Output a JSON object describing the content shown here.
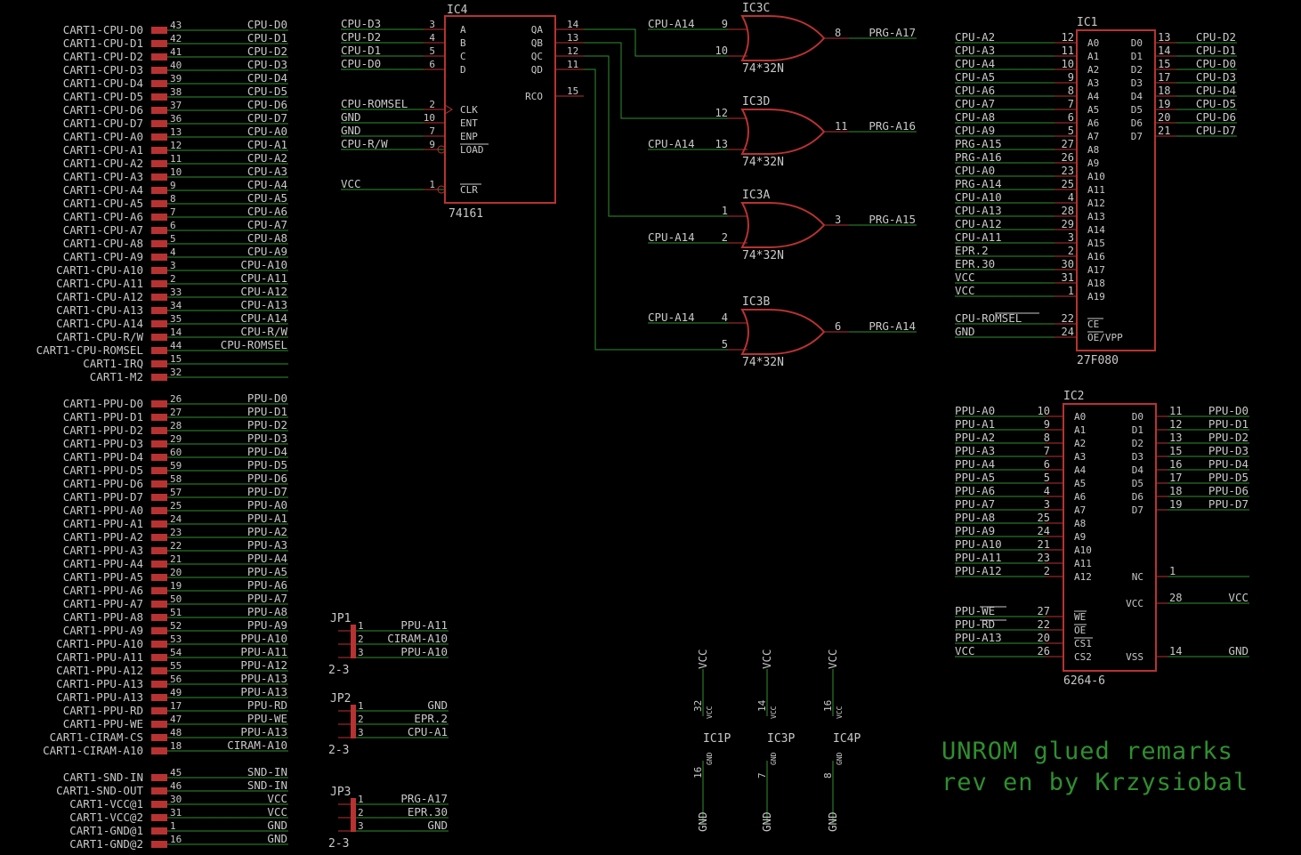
{
  "colors": {
    "background": "#000000",
    "net": "#2f8f2f",
    "part": "#b83232",
    "label": "#c8c8c8",
    "net_label": "#c8c8c8",
    "title": "#2f8f2f"
  },
  "title_lines": [
    "UNROM glued remarks",
    "rev en by Krzysiobal"
  ],
  "cart_cpu": [
    {
      "name": "CART1-CPU-D0",
      "pin": "43",
      "net": "CPU-D0"
    },
    {
      "name": "CART1-CPU-D1",
      "pin": "42",
      "net": "CPU-D1"
    },
    {
      "name": "CART1-CPU-D2",
      "pin": "41",
      "net": "CPU-D2"
    },
    {
      "name": "CART1-CPU-D3",
      "pin": "40",
      "net": "CPU-D3"
    },
    {
      "name": "CART1-CPU-D4",
      "pin": "39",
      "net": "CPU-D4"
    },
    {
      "name": "CART1-CPU-D5",
      "pin": "38",
      "net": "CPU-D5"
    },
    {
      "name": "CART1-CPU-D6",
      "pin": "37",
      "net": "CPU-D6"
    },
    {
      "name": "CART1-CPU-D7",
      "pin": "36",
      "net": "CPU-D7"
    },
    {
      "name": "CART1-CPU-A0",
      "pin": "13",
      "net": "CPU-A0"
    },
    {
      "name": "CART1-CPU-A1",
      "pin": "12",
      "net": "CPU-A1"
    },
    {
      "name": "CART1-CPU-A2",
      "pin": "11",
      "net": "CPU-A2"
    },
    {
      "name": "CART1-CPU-A3",
      "pin": "10",
      "net": "CPU-A3"
    },
    {
      "name": "CART1-CPU-A4",
      "pin": "9",
      "net": "CPU-A4"
    },
    {
      "name": "CART1-CPU-A5",
      "pin": "8",
      "net": "CPU-A5"
    },
    {
      "name": "CART1-CPU-A6",
      "pin": "7",
      "net": "CPU-A6"
    },
    {
      "name": "CART1-CPU-A7",
      "pin": "6",
      "net": "CPU-A7"
    },
    {
      "name": "CART1-CPU-A8",
      "pin": "5",
      "net": "CPU-A8"
    },
    {
      "name": "CART1-CPU-A9",
      "pin": "4",
      "net": "CPU-A9"
    },
    {
      "name": "CART1-CPU-A10",
      "pin": "3",
      "net": "CPU-A10"
    },
    {
      "name": "CART1-CPU-A11",
      "pin": "2",
      "net": "CPU-A11"
    },
    {
      "name": "CART1-CPU-A12",
      "pin": "33",
      "net": "CPU-A12"
    },
    {
      "name": "CART1-CPU-A13",
      "pin": "34",
      "net": "CPU-A13"
    },
    {
      "name": "CART1-CPU-A14",
      "pin": "35",
      "net": "CPU-A14"
    },
    {
      "name": "CART1-CPU-R/W",
      "pin": "14",
      "net": "CPU-R/W"
    },
    {
      "name": "CART1-CPU-ROMSEL",
      "pin": "44",
      "net": "CPU-ROMSEL"
    },
    {
      "name": "CART1-IRQ",
      "pin": "15",
      "net": ""
    },
    {
      "name": "CART1-M2",
      "pin": "32",
      "net": ""
    }
  ],
  "cart_ppu": [
    {
      "name": "CART1-PPU-D0",
      "pin": "26",
      "net": "PPU-D0"
    },
    {
      "name": "CART1-PPU-D1",
      "pin": "27",
      "net": "PPU-D1"
    },
    {
      "name": "CART1-PPU-D2",
      "pin": "28",
      "net": "PPU-D2"
    },
    {
      "name": "CART1-PPU-D3",
      "pin": "29",
      "net": "PPU-D3"
    },
    {
      "name": "CART1-PPU-D4",
      "pin": "60",
      "net": "PPU-D4"
    },
    {
      "name": "CART1-PPU-D5",
      "pin": "59",
      "net": "PPU-D5"
    },
    {
      "name": "CART1-PPU-D6",
      "pin": "58",
      "net": "PPU-D6"
    },
    {
      "name": "CART1-PPU-D7",
      "pin": "57",
      "net": "PPU-D7"
    },
    {
      "name": "CART1-PPU-A0",
      "pin": "25",
      "net": "PPU-A0"
    },
    {
      "name": "CART1-PPU-A1",
      "pin": "24",
      "net": "PPU-A1"
    },
    {
      "name": "CART1-PPU-A2",
      "pin": "23",
      "net": "PPU-A2"
    },
    {
      "name": "CART1-PPU-A3",
      "pin": "22",
      "net": "PPU-A3"
    },
    {
      "name": "CART1-PPU-A4",
      "pin": "21",
      "net": "PPU-A4"
    },
    {
      "name": "CART1-PPU-A5",
      "pin": "20",
      "net": "PPU-A5"
    },
    {
      "name": "CART1-PPU-A6",
      "pin": "19",
      "net": "PPU-A6"
    },
    {
      "name": "CART1-PPU-A7",
      "pin": "50",
      "net": "PPU-A7"
    },
    {
      "name": "CART1-PPU-A8",
      "pin": "51",
      "net": "PPU-A8"
    },
    {
      "name": "CART1-PPU-A9",
      "pin": "52",
      "net": "PPU-A9"
    },
    {
      "name": "CART1-PPU-A10",
      "pin": "53",
      "net": "PPU-A10"
    },
    {
      "name": "CART1-PPU-A11",
      "pin": "54",
      "net": "PPU-A11"
    },
    {
      "name": "CART1-PPU-A12",
      "pin": "55",
      "net": "PPU-A12"
    },
    {
      "name": "CART1-PPU-A13",
      "pin": "56",
      "net": "PPU-A13"
    },
    {
      "name": "CART1-PPU-A13",
      "pin": "49",
      "net": "PPU-A13"
    },
    {
      "name": "CART1-PPU-RD",
      "pin": "17",
      "net": "PPU-RD"
    },
    {
      "name": "CART1-PPU-WE",
      "pin": "47",
      "net": "PPU-WE"
    },
    {
      "name": "CART1-CIRAM-CS",
      "pin": "48",
      "net": "PPU-A13"
    },
    {
      "name": "CART1-CIRAM-A10",
      "pin": "18",
      "net": "CIRAM-A10"
    }
  ],
  "cart_misc": [
    {
      "name": "CART1-SND-IN",
      "pin": "45",
      "net": "SND-IN"
    },
    {
      "name": "CART1-SND-OUT",
      "pin": "46",
      "net": "SND-IN"
    },
    {
      "name": "CART1-VCC@1",
      "pin": "30",
      "net": "VCC"
    },
    {
      "name": "CART1-VCC@2",
      "pin": "31",
      "net": "VCC"
    },
    {
      "name": "CART1-GND@1",
      "pin": "1",
      "net": "GND"
    },
    {
      "name": "CART1-GND@2",
      "pin": "16",
      "net": "GND"
    }
  ],
  "ic4": {
    "name": "IC4",
    "value": "74161",
    "inputs": [
      {
        "net": "CPU-D3",
        "pin": "3",
        "label": "A"
      },
      {
        "net": "CPU-D2",
        "pin": "4",
        "label": "B"
      },
      {
        "net": "CPU-D1",
        "pin": "5",
        "label": "C"
      },
      {
        "net": "CPU-D0",
        "pin": "6",
        "label": "D"
      },
      {
        "net": "CPU-ROMSEL",
        "pin": "2",
        "label": "CLK"
      },
      {
        "net": "GND",
        "pin": "10",
        "label": "ENT"
      },
      {
        "net": "GND",
        "pin": "7",
        "label": "ENP"
      },
      {
        "net": "CPU-R/W",
        "pin": "9",
        "label": "LOAD"
      },
      {
        "net": "VCC",
        "pin": "1",
        "label": "CLR"
      }
    ],
    "outputs": [
      {
        "pin": "14",
        "label": "QA"
      },
      {
        "pin": "13",
        "label": "QB"
      },
      {
        "pin": "12",
        "label": "QC"
      },
      {
        "pin": "11",
        "label": "QD"
      },
      {
        "pin": "15",
        "label": "RCO"
      }
    ]
  },
  "or_gates": [
    {
      "name": "IC3C",
      "value": "74*32N",
      "in1_net": "CPU-A14",
      "in1_pin": "9",
      "in2_pin": "10",
      "out_pin": "8",
      "out_net": "PRG-A17"
    },
    {
      "name": "IC3D",
      "value": "74*32N",
      "in1_pin": "12",
      "in2_net": "CPU-A14",
      "in2_pin": "13",
      "out_pin": "11",
      "out_net": "PRG-A16"
    },
    {
      "name": "IC3A",
      "value": "74*32N",
      "in1_pin": "1",
      "in2_net": "CPU-A14",
      "in2_pin": "2",
      "out_pin": "3",
      "out_net": "PRG-A15"
    },
    {
      "name": "IC3B",
      "value": "74*32N",
      "in1_net": "CPU-A14",
      "in1_pin": "4",
      "in2_pin": "5",
      "out_pin": "6",
      "out_net": "PRG-A14"
    }
  ],
  "ic1": {
    "name": "IC1",
    "value": "27F080",
    "left": [
      {
        "net": "CPU-A2",
        "pin": "12",
        "label": "A0"
      },
      {
        "net": "CPU-A3",
        "pin": "11",
        "label": "A1"
      },
      {
        "net": "CPU-A4",
        "pin": "10",
        "label": "A2"
      },
      {
        "net": "CPU-A5",
        "pin": "9",
        "label": "A3"
      },
      {
        "net": "CPU-A6",
        "pin": "8",
        "label": "A4"
      },
      {
        "net": "CPU-A7",
        "pin": "7",
        "label": "A5"
      },
      {
        "net": "CPU-A8",
        "pin": "6",
        "label": "A6"
      },
      {
        "net": "CPU-A9",
        "pin": "5",
        "label": "A7"
      },
      {
        "net": "PRG-A15",
        "pin": "27",
        "label": "A8"
      },
      {
        "net": "PRG-A16",
        "pin": "26",
        "label": "A9"
      },
      {
        "net": "CPU-A0",
        "pin": "23",
        "label": "A10"
      },
      {
        "net": "PRG-A14",
        "pin": "25",
        "label": "A11"
      },
      {
        "net": "CPU-A10",
        "pin": "4",
        "label": "A12"
      },
      {
        "net": "CPU-A13",
        "pin": "28",
        "label": "A13"
      },
      {
        "net": "CPU-A12",
        "pin": "29",
        "label": "A14"
      },
      {
        "net": "CPU-A11",
        "pin": "3",
        "label": "A15"
      },
      {
        "net": "EPR.2",
        "pin": "2",
        "label": "A16"
      },
      {
        "net": "EPR.30",
        "pin": "30",
        "label": "A17"
      },
      {
        "net": "VCC",
        "pin": "31",
        "label": "A18"
      },
      {
        "net": "VCC",
        "pin": "1",
        "label": "A19"
      },
      {
        "net": "CPU-ROMSEL",
        "pin": "22",
        "label": "CE"
      },
      {
        "net": "GND",
        "pin": "24",
        "label": "OE/VPP"
      }
    ],
    "right": [
      {
        "pin": "13",
        "label": "D0",
        "net": "CPU-D2"
      },
      {
        "pin": "14",
        "label": "D1",
        "net": "CPU-D1"
      },
      {
        "pin": "15",
        "label": "D2",
        "net": "CPU-D0"
      },
      {
        "pin": "17",
        "label": "D3",
        "net": "CPU-D3"
      },
      {
        "pin": "18",
        "label": "D4",
        "net": "CPU-D4"
      },
      {
        "pin": "19",
        "label": "D5",
        "net": "CPU-D5"
      },
      {
        "pin": "20",
        "label": "D6",
        "net": "CPU-D6"
      },
      {
        "pin": "21",
        "label": "D7",
        "net": "CPU-D7"
      }
    ]
  },
  "ic2": {
    "name": "IC2",
    "value": "6264-6",
    "left": [
      {
        "net": "PPU-A0",
        "pin": "10",
        "label": "A0"
      },
      {
        "net": "PPU-A1",
        "pin": "9",
        "label": "A1"
      },
      {
        "net": "PPU-A2",
        "pin": "8",
        "label": "A2"
      },
      {
        "net": "PPU-A3",
        "pin": "7",
        "label": "A3"
      },
      {
        "net": "PPU-A4",
        "pin": "6",
        "label": "A4"
      },
      {
        "net": "PPU-A5",
        "pin": "5",
        "label": "A5"
      },
      {
        "net": "PPU-A6",
        "pin": "4",
        "label": "A6"
      },
      {
        "net": "PPU-A7",
        "pin": "3",
        "label": "A7"
      },
      {
        "net": "PPU-A8",
        "pin": "25",
        "label": "A8"
      },
      {
        "net": "PPU-A9",
        "pin": "24",
        "label": "A9"
      },
      {
        "net": "PPU-A10",
        "pin": "21",
        "label": "A10"
      },
      {
        "net": "PPU-A11",
        "pin": "23",
        "label": "A11"
      },
      {
        "net": "PPU-A12",
        "pin": "2",
        "label": "A12"
      }
    ],
    "left2": [
      {
        "net": "PPU-WE",
        "pin": "27",
        "label": "WE"
      },
      {
        "net": "PPU-RD",
        "pin": "22",
        "label": "OE"
      },
      {
        "net": "PPU-A13",
        "pin": "20",
        "label": "CS1"
      },
      {
        "net": "VCC",
        "pin": "26",
        "label": "CS2"
      }
    ],
    "right": [
      {
        "pin": "11",
        "label": "D0",
        "net": "PPU-D0"
      },
      {
        "pin": "12",
        "label": "D1",
        "net": "PPU-D1"
      },
      {
        "pin": "13",
        "label": "D2",
        "net": "PPU-D2"
      },
      {
        "pin": "15",
        "label": "D3",
        "net": "PPU-D3"
      },
      {
        "pin": "16",
        "label": "D4",
        "net": "PPU-D4"
      },
      {
        "pin": "17",
        "label": "D5",
        "net": "PPU-D5"
      },
      {
        "pin": "18",
        "label": "D6",
        "net": "PPU-D6"
      },
      {
        "pin": "19",
        "label": "D7",
        "net": "PPU-D7"
      }
    ],
    "right2": [
      {
        "pin": "1",
        "label": "NC",
        "net": ""
      },
      {
        "pin": "28",
        "label": "VCC",
        "net": "VCC"
      },
      {
        "pin": "14",
        "label": "VSS",
        "net": "GND"
      }
    ]
  },
  "jumpers": [
    {
      "name": "JP1",
      "value": "2-3",
      "pins": [
        {
          "pin": "1",
          "net": "PPU-A11"
        },
        {
          "pin": "2",
          "net": "CIRAM-A10"
        },
        {
          "pin": "3",
          "net": "PPU-A10"
        }
      ]
    },
    {
      "name": "JP2",
      "value": "2-3",
      "pins": [
        {
          "pin": "1",
          "net": "GND"
        },
        {
          "pin": "2",
          "net": "EPR.2"
        },
        {
          "pin": "3",
          "net": "CPU-A1"
        }
      ]
    },
    {
      "name": "JP3",
      "value": "2-3",
      "pins": [
        {
          "pin": "1",
          "net": "PRG-A17"
        },
        {
          "pin": "2",
          "net": "EPR.30"
        },
        {
          "pin": "3",
          "net": "GND"
        }
      ]
    }
  ],
  "power": [
    {
      "name": "IC1P",
      "vcc_pin": "32",
      "gnd_pin": "16",
      "vcc": "VCC",
      "gnd": "GND",
      "vcc_sub": "VCC",
      "gnd_sub": "GND"
    },
    {
      "name": "IC3P",
      "vcc_pin": "14",
      "gnd_pin": "7",
      "vcc": "VCC",
      "gnd": "GND",
      "vcc_sub": "VCC",
      "gnd_sub": "GND"
    },
    {
      "name": "IC4P",
      "vcc_pin": "16",
      "gnd_pin": "8",
      "vcc": "VCC",
      "gnd": "GND",
      "vcc_sub": "VCC",
      "gnd_sub": "GND"
    }
  ]
}
